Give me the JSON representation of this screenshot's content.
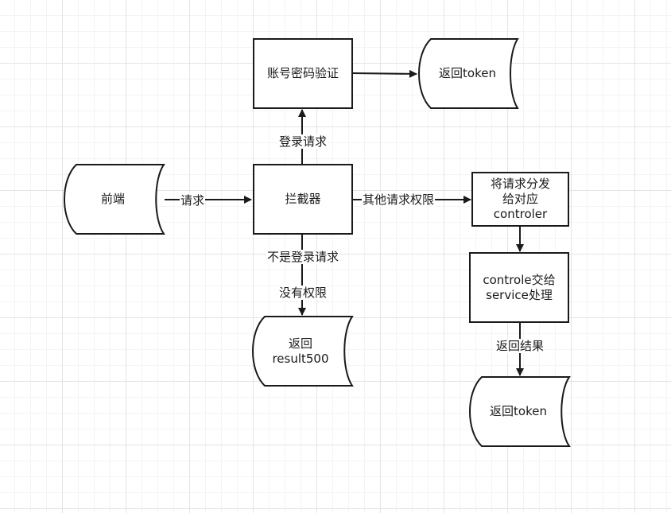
{
  "nodes": {
    "frontend": "前端",
    "interceptor": "拦截器",
    "credential_check": "账号密码验证",
    "return_token_top": "返回token",
    "return_result500": "返回\nresult500",
    "dispatch": "将请求分发\n给对应\ncontroler",
    "controller_service": "controle交给\nservice处理",
    "return_token_bottom": "返回token"
  },
  "edge_labels": {
    "request": "请求",
    "login_request": "登录请求",
    "other_permission": "其他请求权限",
    "not_login_request": "不是登录请求",
    "no_permission": "没有权限",
    "return_result": "返回结果"
  }
}
